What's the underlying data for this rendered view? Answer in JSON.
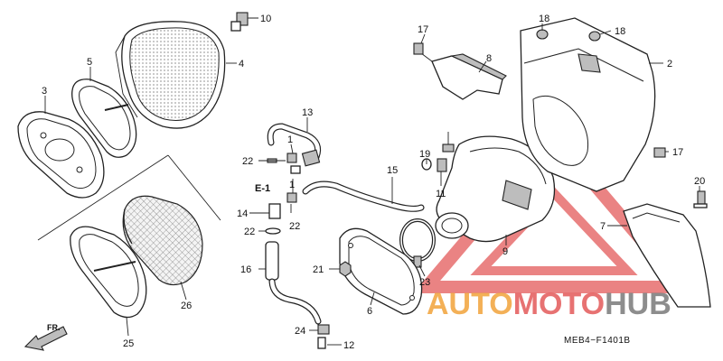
{
  "diagram": {
    "code": "MEB4−F1401B",
    "direction_label": "FR.",
    "group_label": "E-1",
    "callouts": [
      {
        "id": "c10",
        "label": "10"
      },
      {
        "id": "c4",
        "label": "4"
      },
      {
        "id": "c5",
        "label": "5"
      },
      {
        "id": "c3",
        "label": "3"
      },
      {
        "id": "c13",
        "label": "13"
      },
      {
        "id": "c22a",
        "label": "22"
      },
      {
        "id": "c22b",
        "label": "22"
      },
      {
        "id": "c22c",
        "label": "22"
      },
      {
        "id": "c1a",
        "label": "1"
      },
      {
        "id": "c1b",
        "label": "1"
      },
      {
        "id": "c14",
        "label": "14"
      },
      {
        "id": "c16",
        "label": "16"
      },
      {
        "id": "c24",
        "label": "24"
      },
      {
        "id": "c12",
        "label": "12"
      },
      {
        "id": "c15",
        "label": "15"
      },
      {
        "id": "c19",
        "label": "19"
      },
      {
        "id": "c11",
        "label": "11"
      },
      {
        "id": "c17a",
        "label": "17"
      },
      {
        "id": "c17b",
        "label": "17"
      },
      {
        "id": "c8",
        "label": "8"
      },
      {
        "id": "c18a",
        "label": "18"
      },
      {
        "id": "c18b",
        "label": "18"
      },
      {
        "id": "c2",
        "label": "2"
      },
      {
        "id": "c20",
        "label": "20"
      },
      {
        "id": "c7",
        "label": "7"
      },
      {
        "id": "c9",
        "label": "9"
      },
      {
        "id": "c23",
        "label": "23"
      },
      {
        "id": "c21",
        "label": "21"
      },
      {
        "id": "c6",
        "label": "6"
      },
      {
        "id": "c26",
        "label": "26"
      },
      {
        "id": "c25",
        "label": "25"
      }
    ]
  },
  "watermark": {
    "part1": "AUTO",
    "part2": "MOTO",
    "part3": "HUB",
    "color1": "#f2a33a",
    "color2": "#e35a5a",
    "color3": "#7a7a7a"
  }
}
